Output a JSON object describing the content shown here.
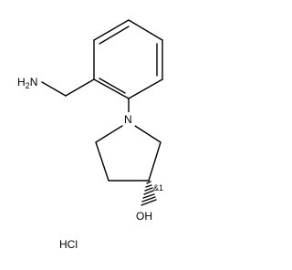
{
  "molecule": {
    "labels": {
      "amine": "H2N",
      "nitrogen": "N",
      "hydroxyl": "OH",
      "stereo": "&1"
    },
    "salt": "HCl",
    "bond_color": "#000000"
  }
}
